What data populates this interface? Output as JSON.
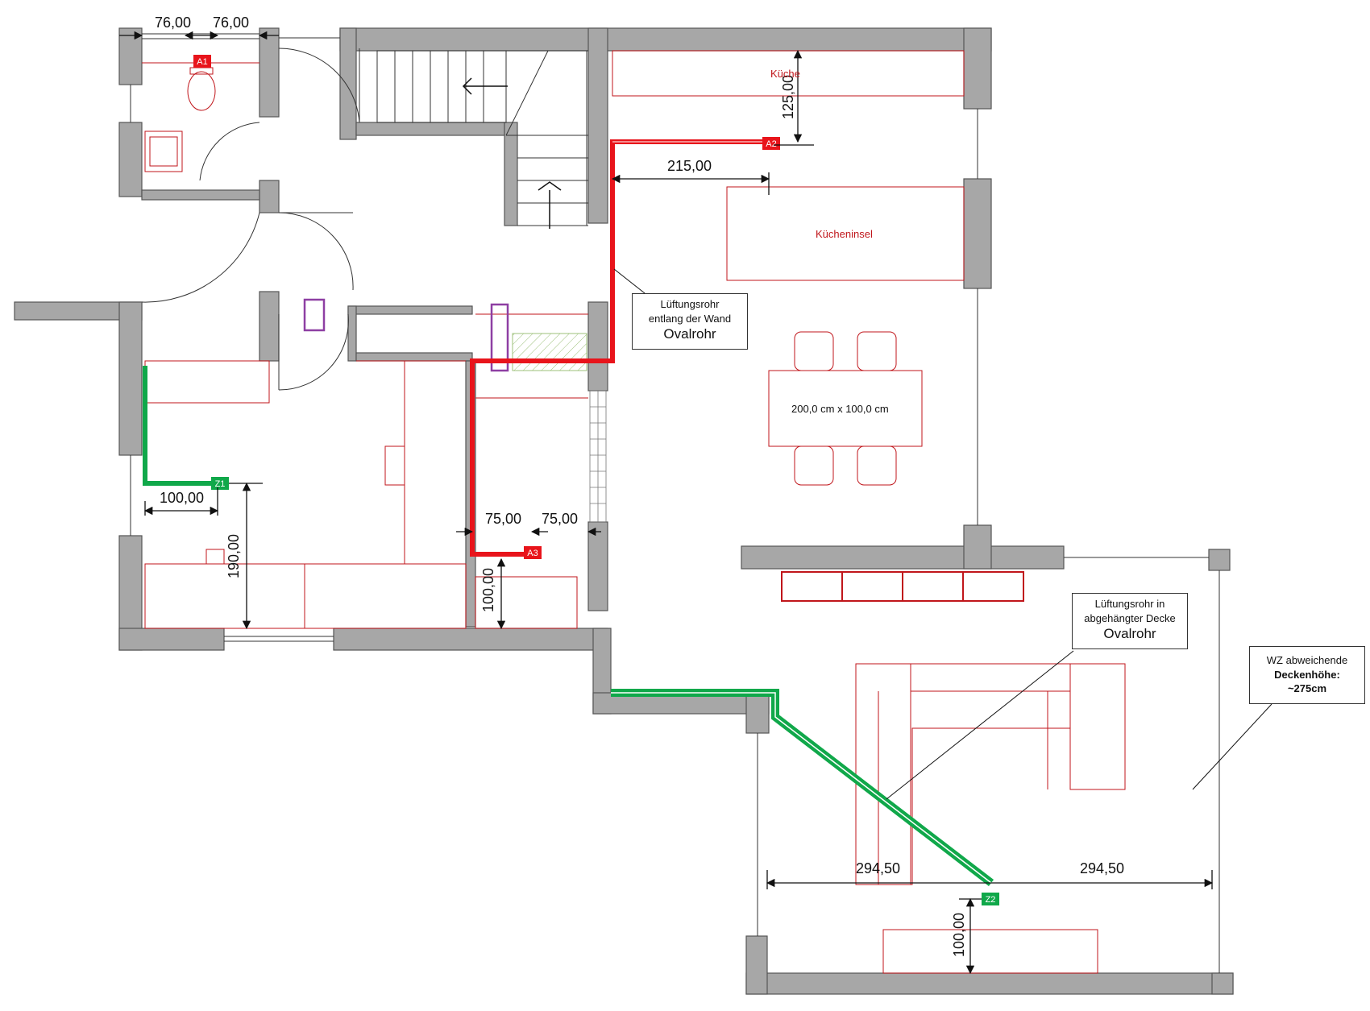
{
  "plan": {
    "dimensions": {
      "toilet_left": "76,00",
      "toilet_right": "76,00",
      "kitchen_depth": "125,00",
      "kitchen_width": "215,00",
      "z1_horizontal": "100,00",
      "z1_vertical": "190,00",
      "a3_left": "75,00",
      "a3_right": "75,00",
      "a3_vertical": "100,00",
      "z2_left": "294,50",
      "z2_right": "294,50",
      "z2_vertical": "100,00"
    },
    "markers": {
      "a1": "A1",
      "a2": "A2",
      "a3": "A3",
      "z1": "Z1",
      "z2": "Z2"
    },
    "rooms": {
      "kitchen": "Küche",
      "island": "Kücheninsel",
      "table": "200,0 cm x 100,0 cm"
    },
    "notes": {
      "wall_pipe": {
        "line1": "Lüftungsrohr",
        "line2": "entlang der Wand",
        "line3": "Ovalrohr"
      },
      "ceiling_pipe": {
        "line1": "Lüftungsrohr in",
        "line2": "abgehängter Decke",
        "line3": "Ovalrohr"
      },
      "ceiling_height": {
        "line1": "WZ abweichende",
        "line2": "Deckenhöhe:",
        "line3": "~275cm"
      }
    },
    "colors": {
      "wall": "#a7a7a7",
      "wall_outline": "#555555",
      "exhaust_duct": "#e8141b",
      "supply_duct": "#10a84a",
      "furniture": "#c0161b",
      "marker_purple": "#8e3fa3"
    }
  }
}
